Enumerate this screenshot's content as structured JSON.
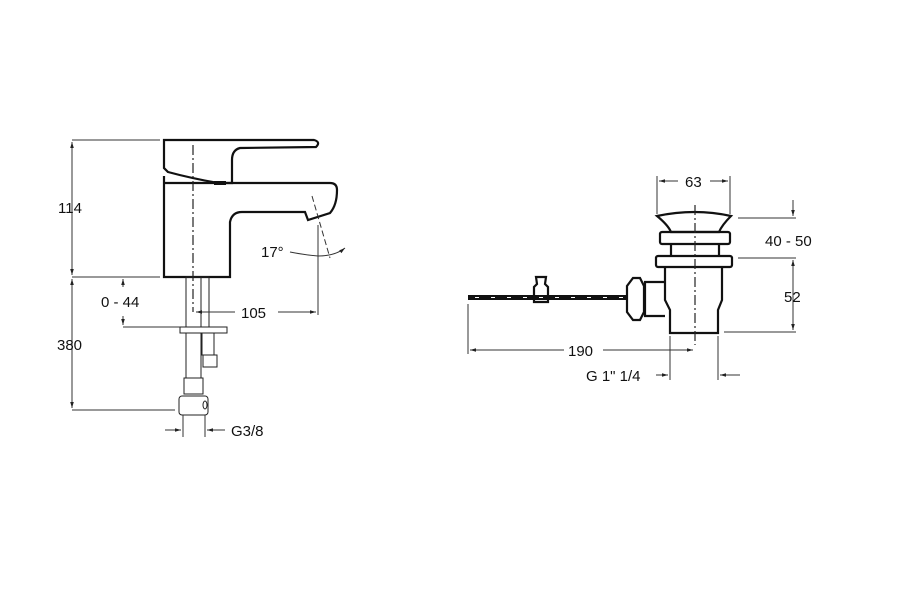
{
  "faucet": {
    "dimensions": {
      "body_height": "114",
      "total_height": "380",
      "deck_thickness": "0 - 44",
      "spout_reach": "105",
      "spout_angle": "17°",
      "connection_thread": "G3/8"
    }
  },
  "waste": {
    "dimensions": {
      "diameter": "63",
      "plug_lift": "40 - 50",
      "body_height": "52",
      "rod_length": "190",
      "thread": "G 1\" 1/4"
    }
  }
}
